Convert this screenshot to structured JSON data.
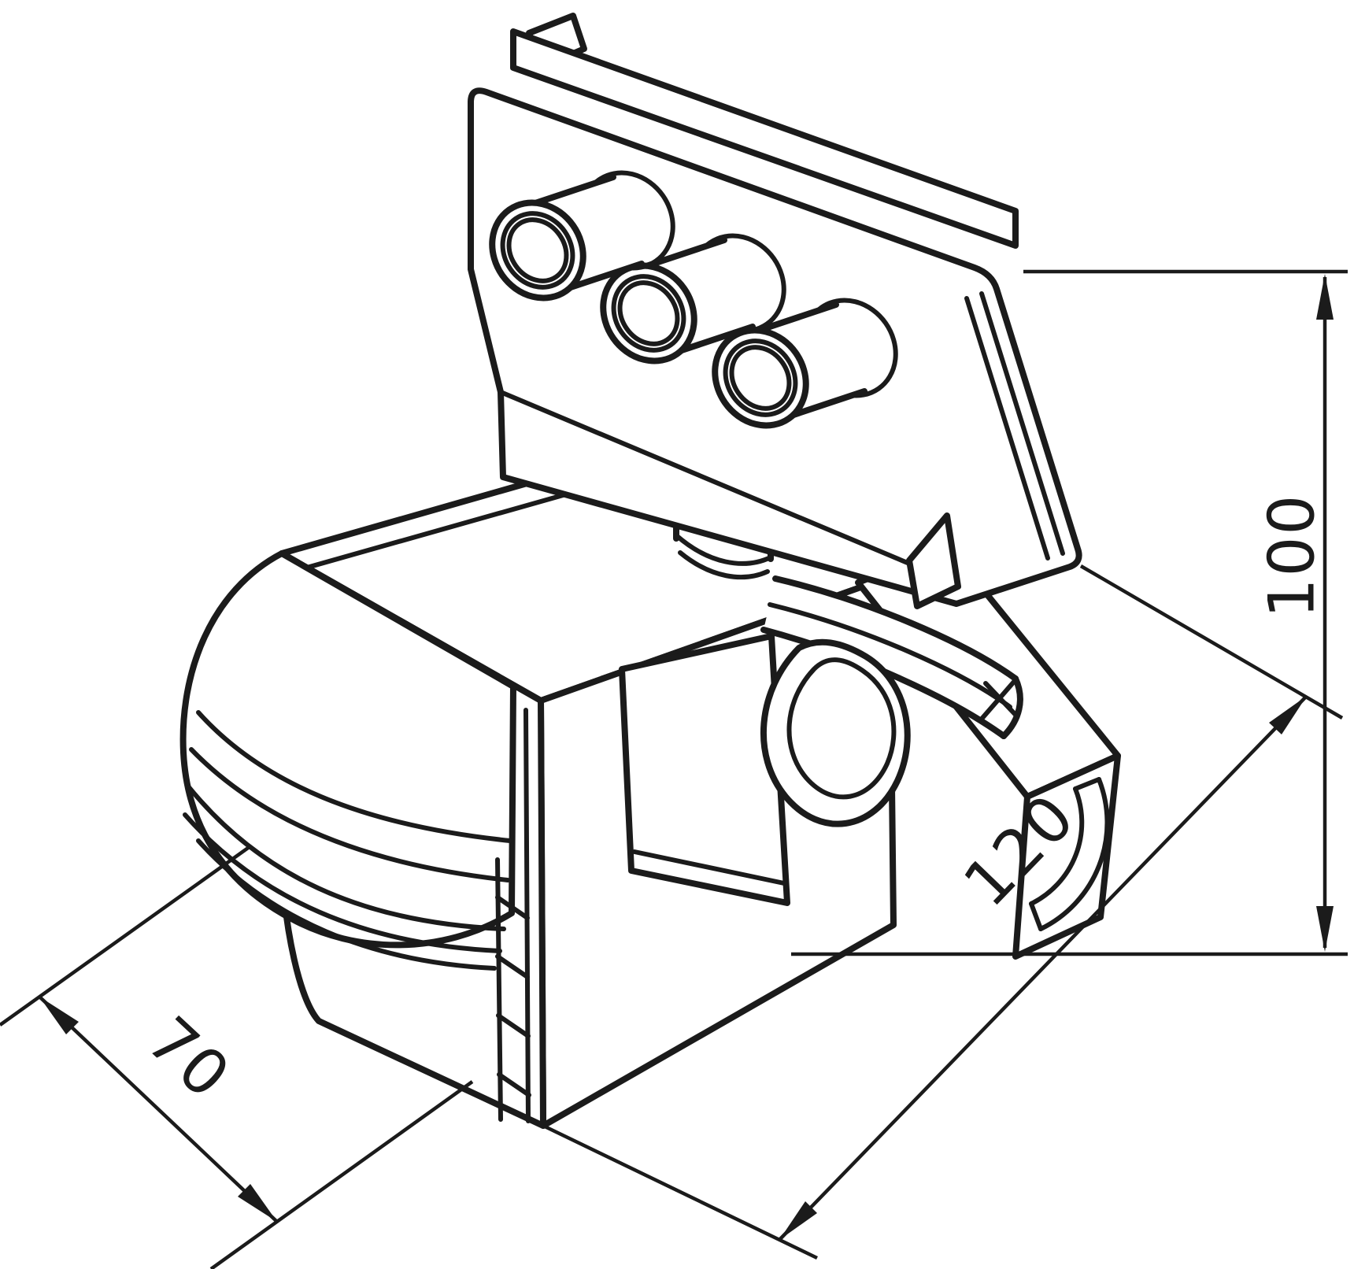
{
  "drawing": {
    "subject": "pir-motion-sensor-led-floodlight-isometric-technical-drawing",
    "colors": {
      "line": "#1b1b1b",
      "background": "#ffffff"
    },
    "dimensions": {
      "height": {
        "value": "100",
        "orientation": "vertical-right"
      },
      "depth": {
        "value": "120",
        "orientation": "diagonal-lower-right"
      },
      "width": {
        "value": "70",
        "orientation": "diagonal-lower-left"
      }
    }
  }
}
